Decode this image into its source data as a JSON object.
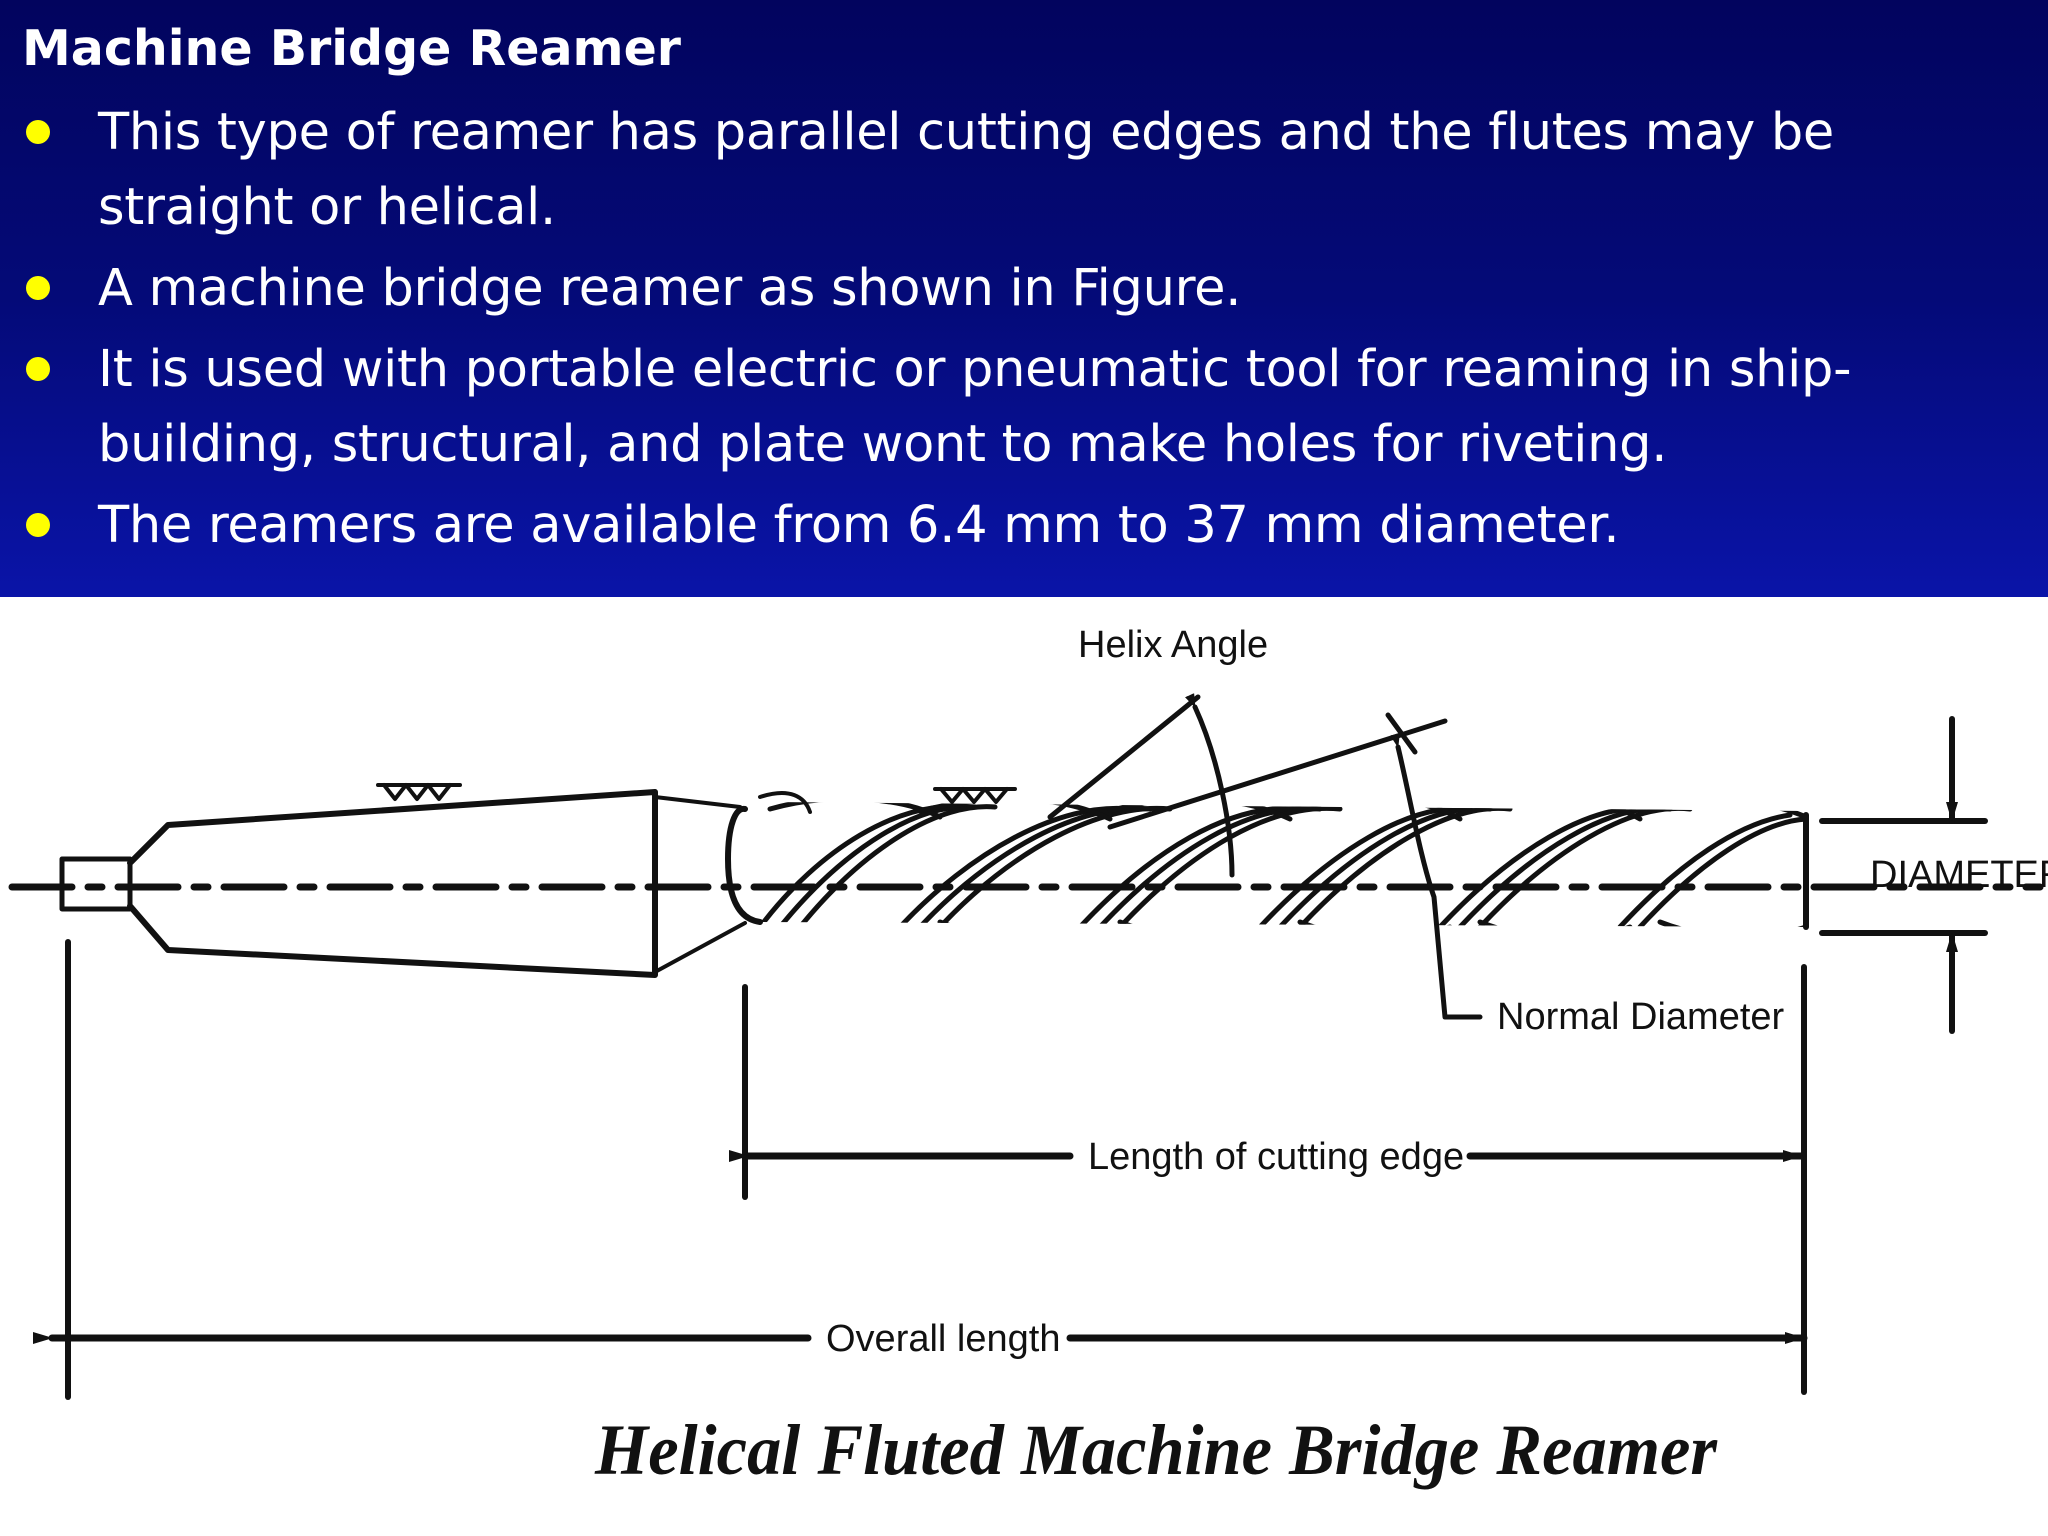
{
  "slide": {
    "title": "Machine Bridge Reamer",
    "bullets": [
      "This type of reamer has parallel cutting edges and the flutes may be straight or helical.",
      "A machine bridge reamer as shown in Figure.",
      "It is used with portable electric or pneumatic tool for reaming in ship-building, structural, and plate wont to make holes for riveting.",
      "The reamers are available from 6.4 mm to 37 mm diameter."
    ]
  },
  "figure": {
    "labels": {
      "helix_angle": "Helix Angle",
      "diameter": "DIAMETER",
      "normal_diameter": "Normal Diameter",
      "length_of_cutting_edge": "Length of cutting edge",
      "overall_length": "Overall length"
    },
    "caption": "Helical Fluted Machine Bridge Reamer"
  },
  "colors": {
    "header_background": "#040a78",
    "bullet_marker": "#ffff00",
    "text_light": "#ffffff",
    "drawing_ink": "#111111"
  }
}
